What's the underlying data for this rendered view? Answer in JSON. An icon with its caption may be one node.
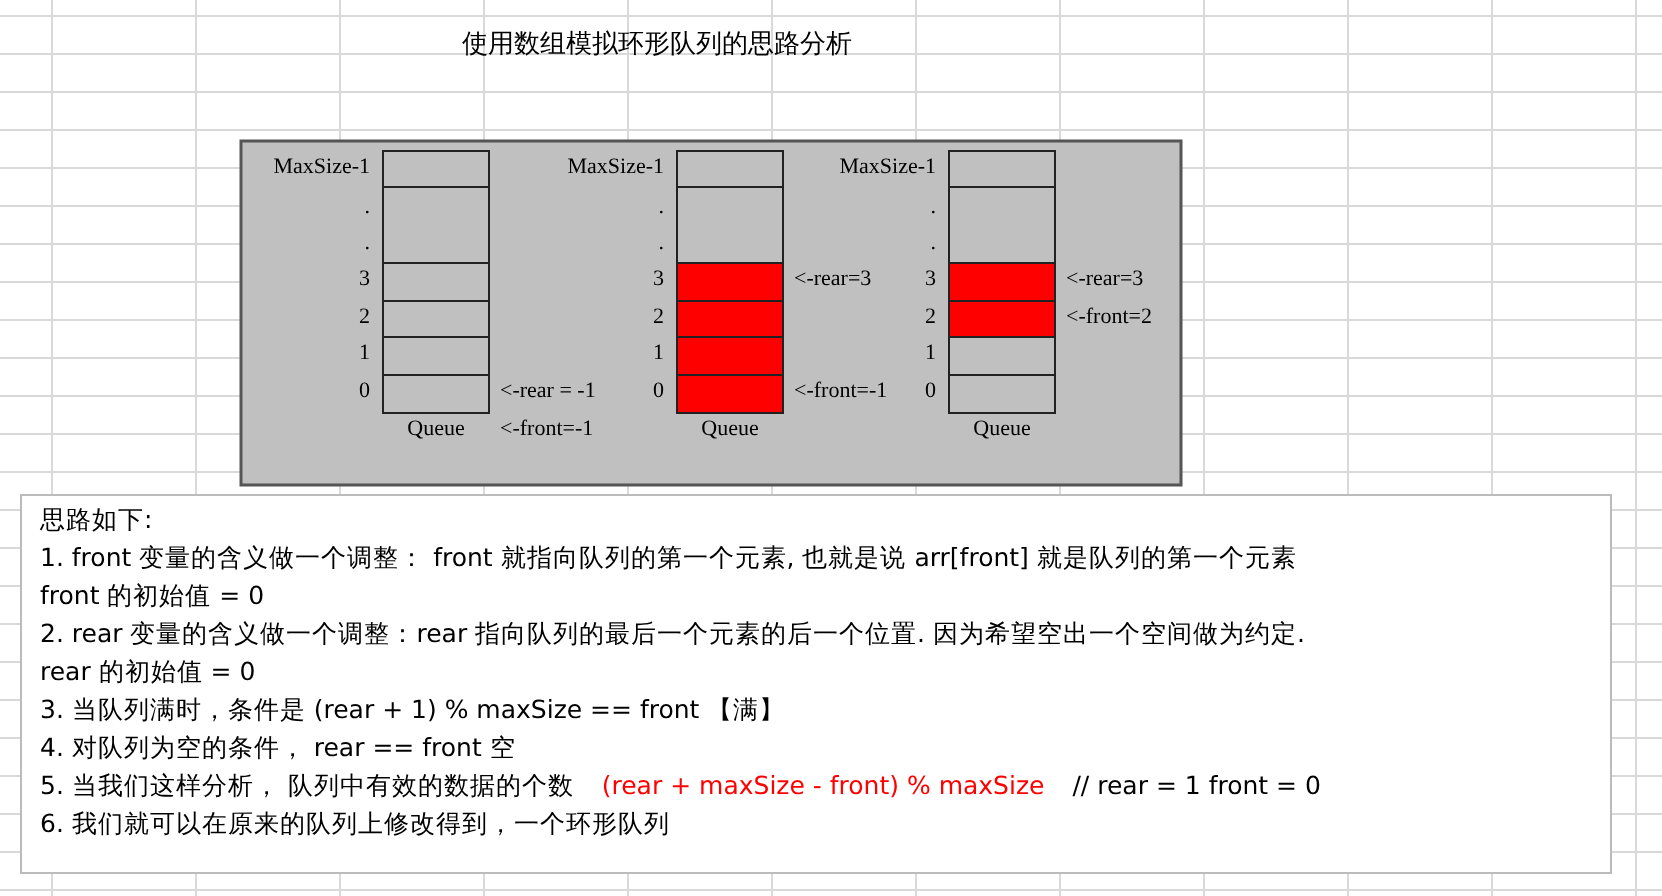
{
  "diagram": {
    "title": "使用数组模拟环形队列的思路分析",
    "nodes": [
      {
        "text": [
          "思路如下:",
          "1. front 变量的含义做一个调整： front 就指向队列的第一个元素, 也就是说 arr[front] 就是队列的第一个元素",
          "front 的初始值 = 0",
          "2. rear 变量的含义做一个调整：rear 指向队列的最后一个元素的后一个位置. 因为希望空出一个空间做为约定.",
          "rear 的初始值 = 0",
          "3. 当队列满时，条件是 (rear + 1) % maxSize == front 【满】",
          "4. 对队列为空的条件， rear == front 空",
          "5. 当我们这样分析， 队列中有效的数据的个数",
          "(rear + maxSize - front) % maxSize",
          "// rear = 1 front = 0",
          "6. 我们就可以在原来的队列上修改得到，一个环形队列"
        ]
      }
    ],
    "labels": [
      "MaxSize-1",
      ".",
      ".",
      "3",
      "2",
      "1",
      "0",
      "<-rear = -1",
      "Queue",
      "<-front=-1",
      "MaxSize-1",
      ".",
      ".",
      "3",
      "<-rear=3",
      "2",
      "1",
      "0",
      "<-front=-1",
      "Queue",
      "MaxSize-1",
      ".",
      ".",
      "3",
      "<-rear=3",
      "2",
      "<-front=2",
      "1",
      "0",
      "Queue"
    ]
  }
}
